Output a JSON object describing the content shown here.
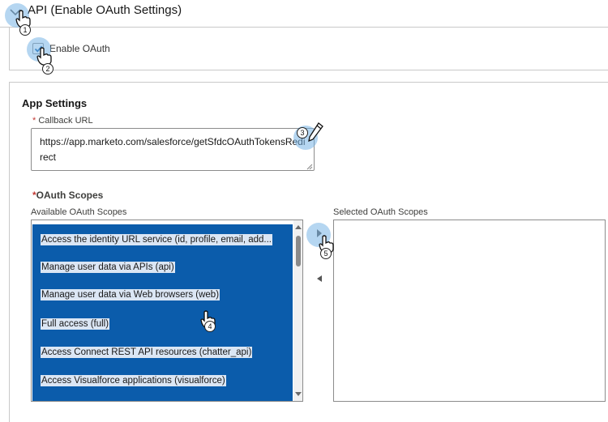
{
  "header": {
    "section_title": "API (Enable OAuth Settings)",
    "enable_oauth_label": "Enable OAuth",
    "enable_oauth_checked": true
  },
  "app_settings": {
    "title": "App Settings",
    "required_marker": "*",
    "callback_url_label": "Callback URL",
    "callback_url_value": "https://app.marketo.com/salesforce/getSfdcOAuthTokensRedirect",
    "oauth_scopes_label": "OAuth Scopes",
    "available_scopes_label": "Available OAuth Scopes",
    "selected_scopes_label": "Selected OAuth Scopes",
    "available_scopes": [
      "Access the identity URL service (id, profile, email, add...",
      "Manage user data via APIs (api)",
      "Manage user data via Web browsers (web)",
      "Full access (full)",
      "Access Connect REST API resources (chatter_api)",
      "Access Visualforce applications (visualforce)"
    ],
    "selected_scopes": []
  },
  "steps": [
    "1",
    "2",
    "3",
    "4",
    "5"
  ],
  "icons": {
    "chevron": "chevron-down-icon",
    "checkmark": "checkmark-icon",
    "move_right": "triangle-right-icon",
    "move_left": "triangle-left-icon",
    "pointer": "hand-pointer-icon",
    "pencil": "pencil-icon"
  },
  "colors": {
    "selection_blue": "#0b5cab",
    "required_red": "#c23934",
    "marker_blue": "#78b4e6"
  }
}
